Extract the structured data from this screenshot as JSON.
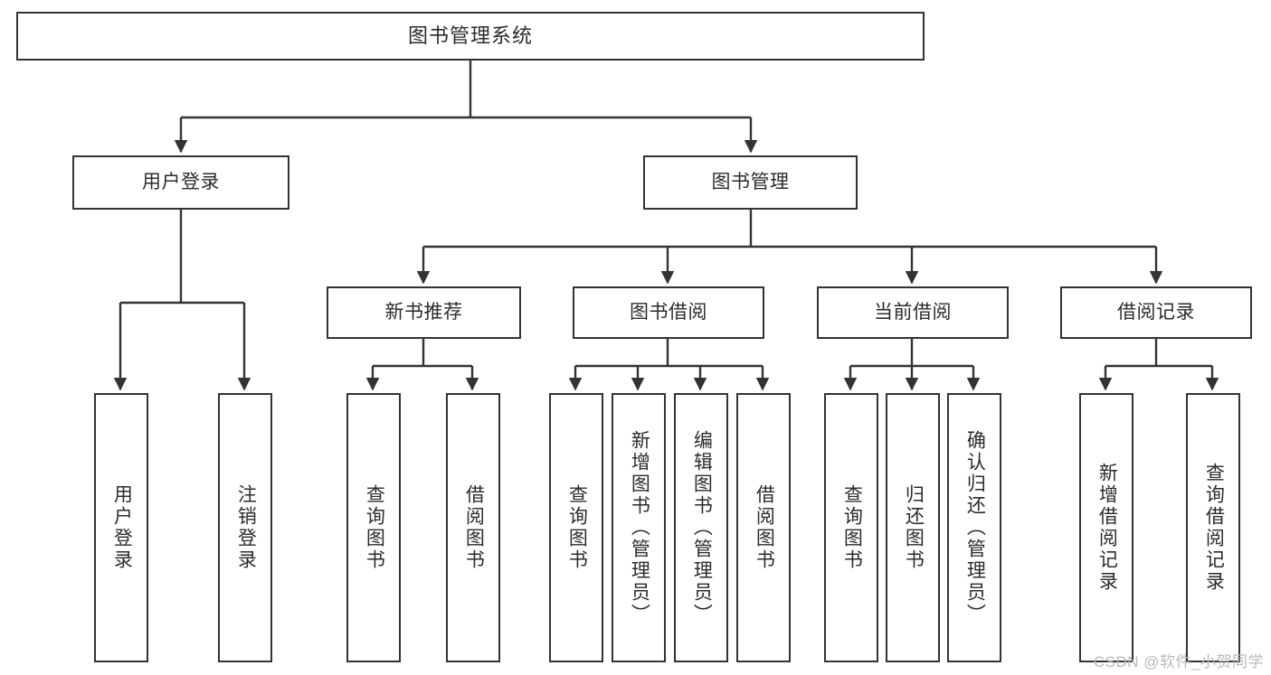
{
  "diagram": {
    "title": "图书管理系统",
    "watermark": "CSDN @软件_小贺同学",
    "colors": {
      "background": "#ffffff",
      "node_border": "#333333",
      "node_fill": "#ffffff",
      "text": "#2b2b2b",
      "edge": "#333333",
      "watermark": "#b9b9b9"
    },
    "root": {
      "label": "图书管理系统"
    },
    "level2": [
      {
        "id": "user-login",
        "label": "用户登录"
      },
      {
        "id": "book-manage",
        "label": "图书管理"
      }
    ],
    "level3": [
      {
        "id": "new-book-recommend",
        "label": "新书推荐"
      },
      {
        "id": "book-borrow",
        "label": "图书借阅"
      },
      {
        "id": "current-borrow",
        "label": "当前借阅"
      },
      {
        "id": "borrow-record",
        "label": "借阅记录"
      }
    ],
    "leaves": {
      "user_login": [
        {
          "id": "leaf-user-login",
          "label": "用户登录"
        },
        {
          "id": "leaf-logout",
          "label": "注销登录"
        }
      ],
      "new_book_recommend": [
        {
          "id": "leaf-query-book-1",
          "label": "查询图书"
        },
        {
          "id": "leaf-borrow-book-1",
          "label": "借阅图书"
        }
      ],
      "book_borrow": [
        {
          "id": "leaf-query-book-2",
          "label": "查询图书"
        },
        {
          "id": "leaf-add-book",
          "label": "新增图书（管理员）"
        },
        {
          "id": "leaf-edit-book",
          "label": "编辑图书（管理员）"
        },
        {
          "id": "leaf-borrow-book-2",
          "label": "借阅图书"
        }
      ],
      "current_borrow": [
        {
          "id": "leaf-query-book-3",
          "label": "查询图书"
        },
        {
          "id": "leaf-return-book",
          "label": "归还图书"
        },
        {
          "id": "leaf-confirm-return",
          "label": "确认归还（管理员）"
        }
      ],
      "borrow_record": [
        {
          "id": "leaf-add-record",
          "label": "新增借阅记录"
        },
        {
          "id": "leaf-query-record",
          "label": "查询借阅记录"
        }
      ]
    }
  }
}
